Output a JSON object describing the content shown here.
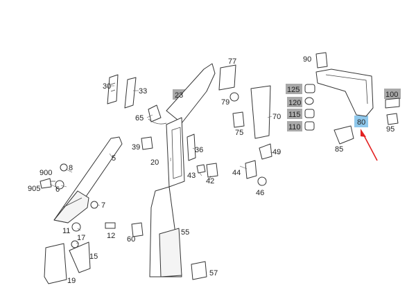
{
  "colors": {
    "tag_gray": "#a9a9a9",
    "tag_blue": "#8fc8ec",
    "arrow_red": "#e32020",
    "line": "#333333"
  },
  "labels": {
    "p5": "5",
    "p6": "6",
    "p7": "7",
    "p8": "8",
    "p11": "11",
    "p12": "12",
    "p15": "15",
    "p17": "17",
    "p19": "19",
    "p20": "20",
    "p23": "23",
    "p30": "30",
    "p33": "33",
    "p36": "36",
    "p39": "39",
    "p42": "42",
    "p43": "43",
    "p44": "44",
    "p46": "46",
    "p49": "49",
    "p55": "55",
    "p57": "57",
    "p60": "60",
    "p65": "65",
    "p70": "70",
    "p75": "75",
    "p77": "77",
    "p79": "79",
    "p80": "80",
    "p85": "85",
    "p90": "90",
    "p95": "95",
    "p100": "100",
    "p110": "110",
    "p115": "115",
    "p120": "120",
    "p125": "125",
    "p900": "900",
    "p905": "905"
  }
}
